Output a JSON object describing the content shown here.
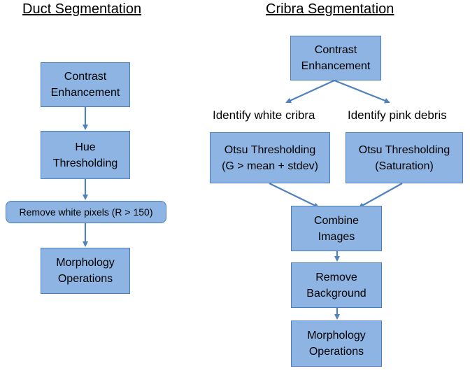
{
  "duct": {
    "title": "Duct Segmentation",
    "contrast": [
      "Contrast",
      "Enhancement"
    ],
    "hue": [
      "Hue",
      "Thresholding"
    ],
    "remove_white": "Remove white pixels (R > 150)",
    "morphology": [
      "Morphology",
      "Operations"
    ]
  },
  "cribra": {
    "title": "Cribra Segmentation",
    "contrast": [
      "Contrast",
      "Enhancement"
    ],
    "identify_white": "Identify white cribra",
    "identify_pink": "Identify pink debris",
    "otsu_g": [
      "Otsu Thresholding",
      "(G > mean + stdev)"
    ],
    "otsu_sat": [
      "Otsu Thresholding",
      "(Saturation)"
    ],
    "combine": [
      "Combine",
      "Images"
    ],
    "remove_bg": [
      "Remove",
      "Background"
    ],
    "morphology": [
      "Morphology",
      "Operations"
    ]
  },
  "colors": {
    "box_fill": "#8eb4e3",
    "box_border": "#4a7ebb",
    "arrow": "#4f81bd"
  }
}
